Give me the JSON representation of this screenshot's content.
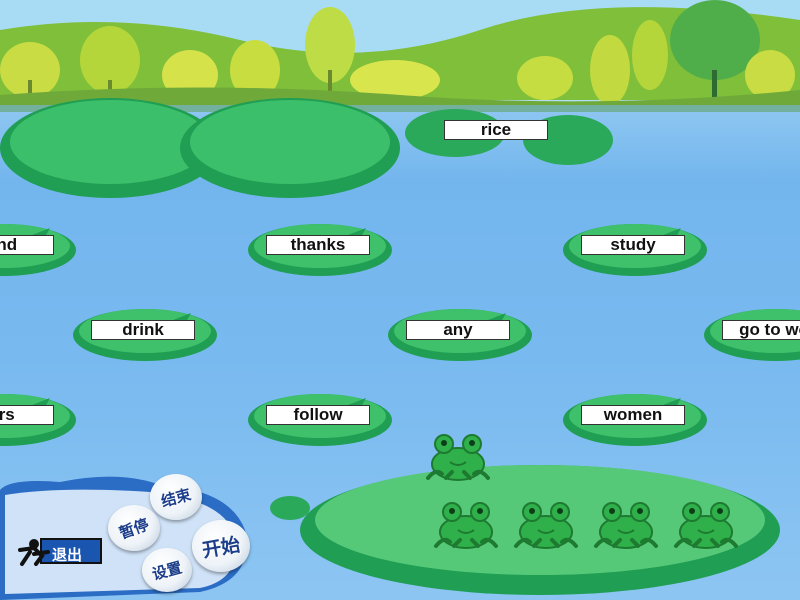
{
  "words": [
    {
      "id": "rice",
      "text": "rice"
    },
    {
      "id": "end",
      "text": "end"
    },
    {
      "id": "thanks",
      "text": "thanks"
    },
    {
      "id": "study",
      "text": "study"
    },
    {
      "id": "drink",
      "text": "drink"
    },
    {
      "id": "any",
      "text": "any"
    },
    {
      "id": "go-to-work",
      "text": "go to wo"
    },
    {
      "id": "ers",
      "text": "ers"
    },
    {
      "id": "follow",
      "text": "follow"
    },
    {
      "id": "women",
      "text": "women"
    }
  ],
  "controls": {
    "end_label": "结束",
    "pause_label": "暂停",
    "start_label": "开始",
    "settings_label": "设置",
    "exit_label": "退出"
  },
  "colors": {
    "pad_dark": "#1f9e54",
    "pad_light": "#3fc06a",
    "frog": "#2fb04a",
    "button_text": "#1c3e8a"
  },
  "frogs_count": 5
}
